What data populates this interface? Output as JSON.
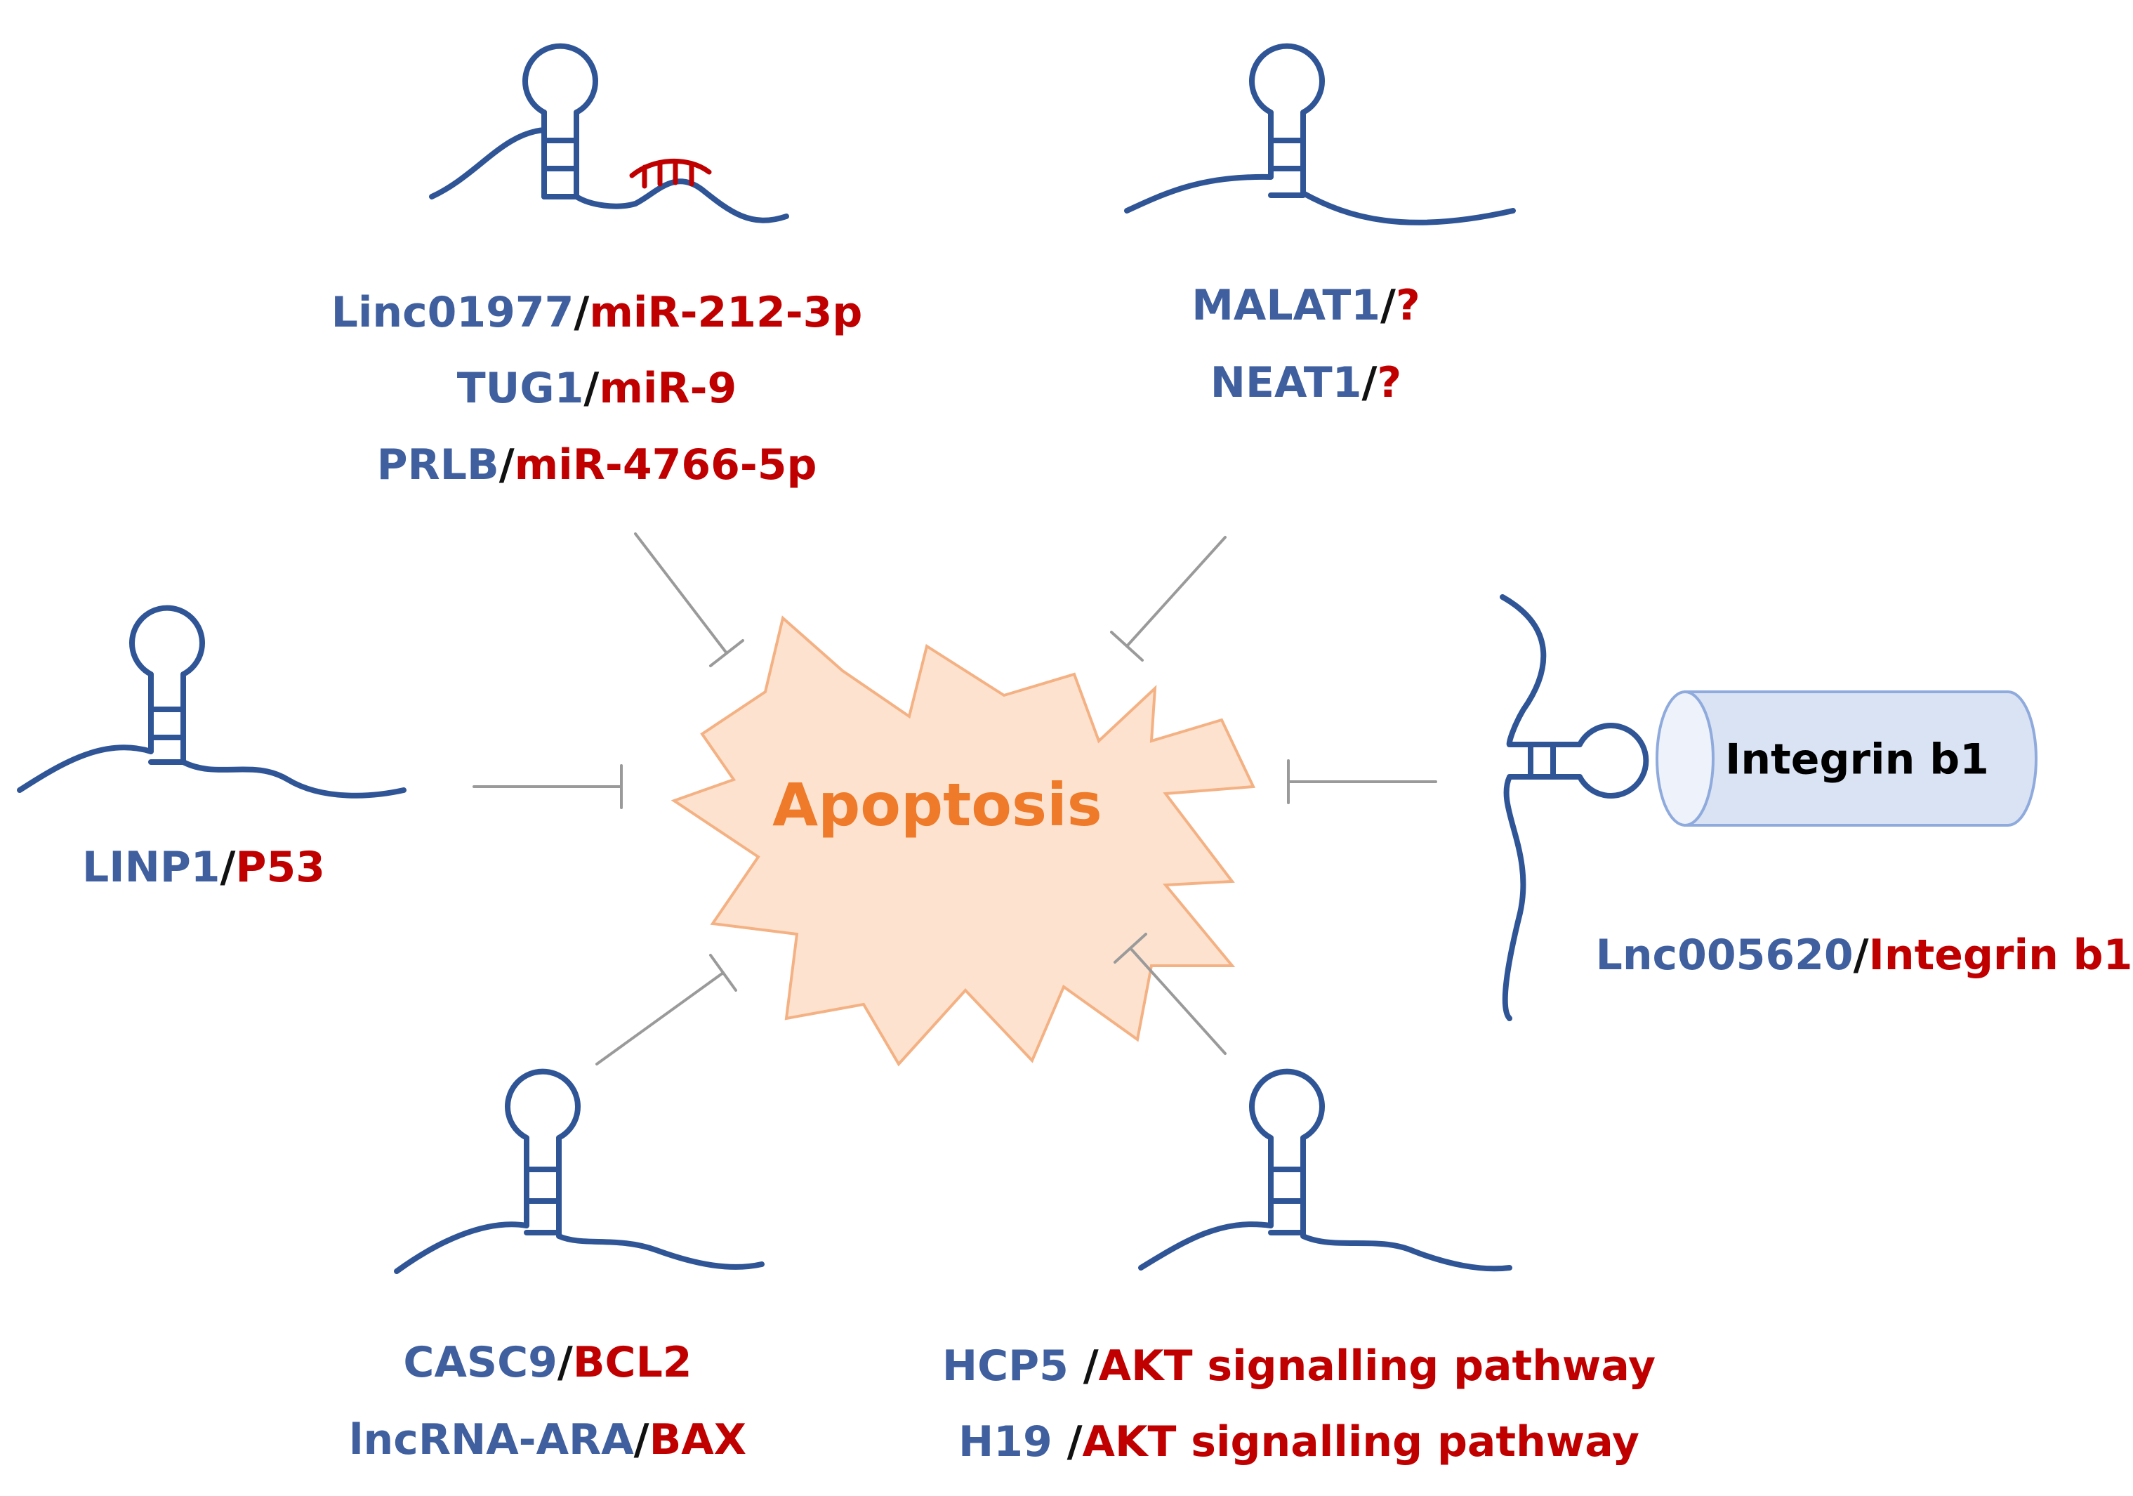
{
  "center": {
    "label": "Apoptosis",
    "fill": "#fde3cf",
    "stroke": "#f4b183",
    "text_color": "#ee7a2a"
  },
  "colors": {
    "lncrna": "#3f5f9f",
    "target": "#c00000",
    "slash": "#111111",
    "rna": "#2f5597",
    "sponge": "#c00000",
    "inhibit": "#9a9a9a"
  },
  "groups": {
    "top_left": {
      "lines": [
        {
          "lnc": "Linc01977",
          "target": "miR-212-3p"
        },
        {
          "lnc": "TUG1",
          "target": "miR-9"
        },
        {
          "lnc": "PRLB",
          "target": "miR-4766-5p"
        }
      ]
    },
    "top_right": {
      "lines": [
        {
          "lnc": "MALAT1",
          "target": "?"
        },
        {
          "lnc": "NEAT1",
          "target": "?"
        }
      ]
    },
    "left": {
      "lines": [
        {
          "lnc": "LINP1",
          "target": "P53"
        }
      ]
    },
    "right": {
      "protein_label": "Integrin b1",
      "lines": [
        {
          "lnc": "Lnc005620",
          "target": "Integrin b1"
        }
      ]
    },
    "bottom_left": {
      "lines": [
        {
          "lnc": "CASC9",
          "target": "BCL2"
        },
        {
          "lnc": "lncRNA-ARA",
          "target": "BAX"
        }
      ]
    },
    "bottom_right": {
      "lines": [
        {
          "lnc": "HCP5 ",
          "target": "AKT signalling pathway"
        },
        {
          "lnc": "H19 ",
          "target": "AKT signalling pathway"
        }
      ]
    }
  }
}
